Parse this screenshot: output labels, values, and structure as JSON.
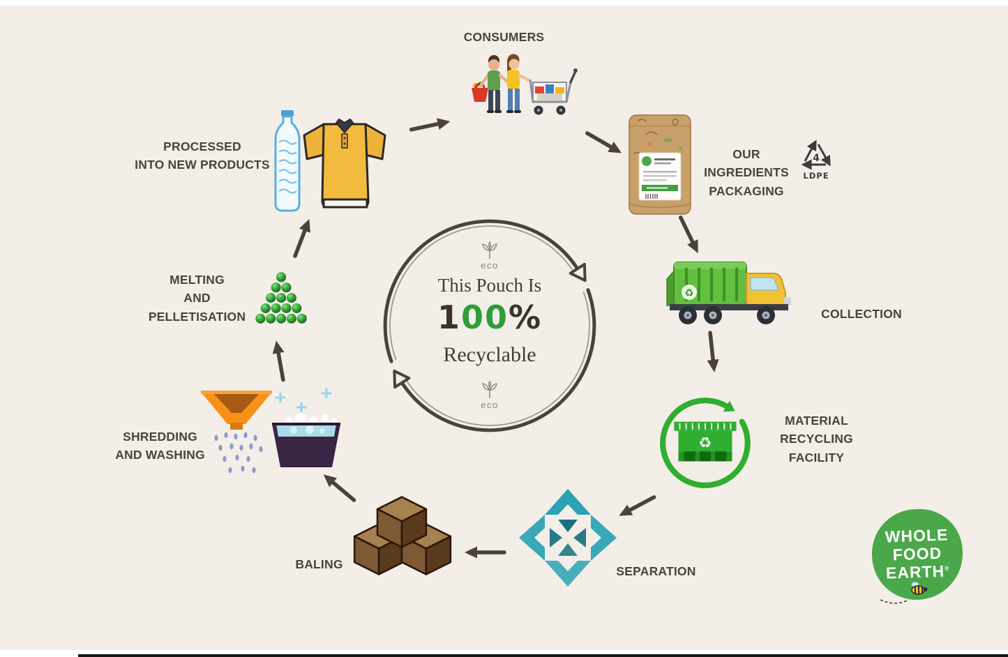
{
  "colors": {
    "bg": "#f3eee8",
    "ink": "#4a4340",
    "green": "#2f9e3a",
    "logo-green": "#4aa84a",
    "arrow": "#4a423b",
    "teal": "#2aa3b5",
    "orange": "#f59116",
    "truck-green": "#63bf3f",
    "cab-yellow": "#f2c231"
  },
  "center": {
    "eco_top": "eco",
    "eco_bottom": "eco",
    "line1": "This Pouch Is",
    "percent_one": "1",
    "percent_zeros": "00",
    "percent_sign": "%",
    "line2": "Recyclable"
  },
  "stages": {
    "consumers": {
      "lines": [
        "CONSUMERS"
      ]
    },
    "packaging": {
      "lines": [
        "OUR INGREDIENTS",
        "PACKAGING"
      ]
    },
    "collection": {
      "lines": [
        "COLLECTION"
      ]
    },
    "material_recycling_facility": {
      "lines": [
        "MATERIAL",
        "RECYCLING",
        "FACILITY"
      ]
    },
    "separation": {
      "lines": [
        "SEPARATION"
      ]
    },
    "baling": {
      "lines": [
        "BALING"
      ]
    },
    "shredding_washing": {
      "lines": [
        "SHREDDING",
        "AND WASHING"
      ]
    },
    "melting_pelletisation": {
      "lines": [
        "MELTING",
        "AND",
        "PELLETISATION"
      ]
    },
    "processed": {
      "lines": [
        "PROCESSED",
        "INTO NEW PRODUCTS"
      ]
    }
  },
  "ldpe": {
    "number": "4",
    "label": "LDPE"
  },
  "icons": {
    "recycle_glyph": "♻"
  },
  "logo": {
    "lines": [
      "WHOLE",
      "FOOD",
      "EARTH"
    ],
    "registered": "®"
  }
}
